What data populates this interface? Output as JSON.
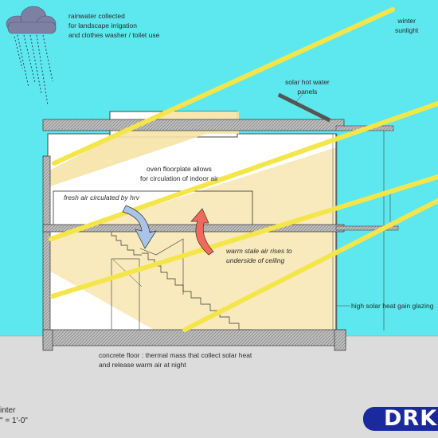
{
  "labels": {
    "rainwater": [
      "rainwater collected",
      "for landscape irrigation",
      "and clothes washer / toilet use"
    ],
    "winter_sunlight": [
      "winter",
      "sunlight"
    ],
    "solar_panels": [
      "solar hot water",
      "panels"
    ],
    "floorplate": [
      "oven floorplate allows",
      "for circulation of indoor air"
    ],
    "fresh_air": "fresh air circulated by hrv",
    "warm_air": [
      "warm stale air rises to",
      "underside of ceiling"
    ],
    "glazing": "high solar heat gain glazing",
    "concrete_floor": [
      "concrete floor : thermal mass that collect solar heat",
      "and release warm air at night"
    ],
    "title_fragment": [
      "inter",
      "\" = 1'-0\""
    ],
    "logo_text": "DRK"
  },
  "colors": {
    "sky": "#5ce8ee",
    "ground": "#dcdcdc",
    "sun_ray": "#f4e64a",
    "sun_glow": "#f6e3a6",
    "interior": "#ffffff",
    "arrow_warm": "#f06a5c",
    "arrow_fresh": "#a8c4e8",
    "logo": "#1a2a9e"
  }
}
